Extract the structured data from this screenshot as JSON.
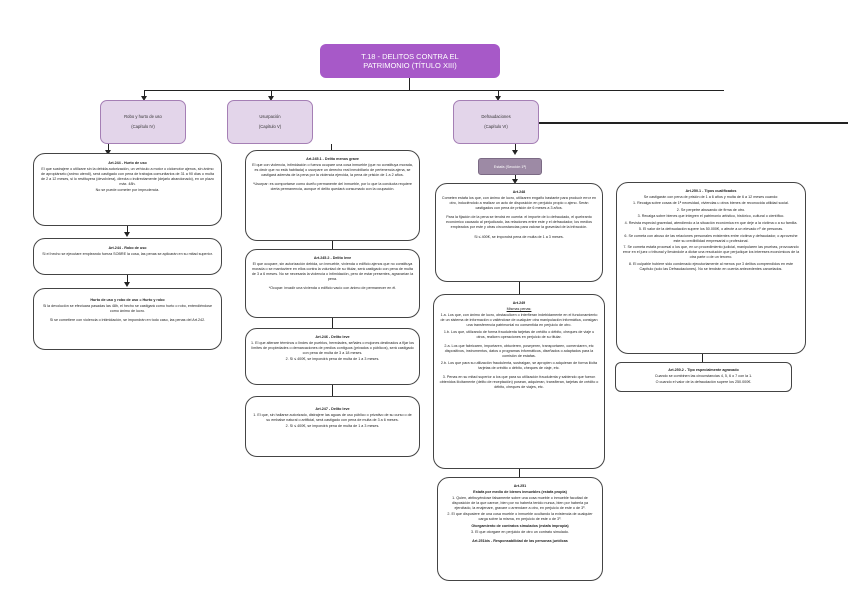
{
  "root": {
    "line1": "T.18 - DELITOS CONTRA EL",
    "line2": "PATRIMONIO (TÍTULO XIII)"
  },
  "categories": [
    {
      "name": "Robo y hurto de uso",
      "chapter": "(Capítulo IV)"
    },
    {
      "name": "Usurpación",
      "chapter": "(Capítulo V)"
    },
    {
      "name": "Defraudaciones",
      "chapter": "(Capítulo VI)"
    }
  ],
  "section": {
    "label": "Estafa (Sección 1ª)"
  },
  "cards": {
    "art244": {
      "title": "Art.244 - Hurto de uso",
      "text": "El que sustrajere o utilizare sin la debida autorización, un vehículo a motor o ciclomotor ajenos, sin ánimo de apropiárselo (animo utendi), será castigado con pena de trabajos comunitarios de 31 a 90 días o multa de 2 a 12 meses, si lo restituyera (devolviera), directa o indirectamente (dejarlo abandonado), en un plazo máx. 48h.",
      "note": "No se puede cometer por imprudencia."
    },
    "art244robo": {
      "title": "Art.244 - Robo de uso",
      "text": "Si el hecho se ejecutare empleando fuerza SOBRE la cosa, las penas se aplicarán en su mitad superior."
    },
    "hurtoRobo": {
      "title": "Hurto de uso y robo de uso = Hurto y robo",
      "text": "Si la devolución se efectuara pasadas las 48h, el hecho se castigará como hurto o robo, entendiéndose como ánimo de lucro.",
      "text2": "Si se cometiere con violencia o intimidación, se impondrán en todo caso, las penas del Art.242."
    },
    "art2451": {
      "title": "Art.245.1 - Delito menos grave",
      "text": "El que con violencia, intimidación o fuerza ocupare una cosa inmueble (que no constituya morada, es decir que no está habitada) o usurpare un derecho real inmobiliario de pertenencia ajena, se castigará además de la pena por la violencia ejercida, la pena de prisión de 1 a 2 años.",
      "text2": "*Usurpar: es comportarse como dueño permanente del inmueble, por lo que la conducta requiere cierta permanencia, aunque el delito quedará consumado con la ocupación."
    },
    "art2452": {
      "title": "Art.245.2 - Delito leve",
      "text": "El que ocupare, sin autorización debida, un inmueble, vivienda o edificio ajenos que no constituya morada o se mantuviere en ellos contra la voluntad de su titular, será castigado con pena de multa de 3 a 6 meses. No se necesaria la violencia o intimidación, pero de estar presentes, agravarían la pena.",
      "text2": "*Ocupar: invadir una vivienda o edificio vacío con ánimo de permanecer en él."
    },
    "art246": {
      "title": "Art.246 - Delito leve",
      "text": "1. El que alterare términos o lindes de pueblos, heredades, señales o mojones destinados a fijar los límites de propiedades o demarcaciones de predios contiguos (privados o públicos), será castigado con pena de multa de 3 a 18 meses.",
      "text2": "2. Si ≤ 400€, se impondrá pena de multa de 1 a 3 meses."
    },
    "art247": {
      "title": "Art.247 - Delito leve",
      "text": "1. El que, sin hallarse autorizado, distrajere las aguas de uso público o privativo de su curso o de su embalse natural o artificial, será castigado con pena de multa de 3 a 6 meses.",
      "text2": "2. Si ≤ 400€, se impondrá pena de multa de 1 a 3 meses."
    },
    "art248": {
      "title": "Art.248",
      "text": "Cometen estafa los que, con ánimo de lucro, utilizaren engaño bastante para producir error en otro, induciéndolo a realizar un acto de disposición en perjuicio propio o ajeno. Serán castigados con pena de prisión de 6 meses a 3 años.",
      "text2": "Para la fijación de la pena se tendrá en cuenta: el importe de lo defraudado, el quebranto económico causado al perjudicado, las relaciones entre este y el defraudador, los medios empleados por este y otras circunstancias para valorar la gravedad de la infracción.",
      "text3": "Si ≤ 400€, se impondrá pena de multa de 1 a 3 meses."
    },
    "art249": {
      "title": "Art.249",
      "subtitle": "Mismas penas:",
      "p1": "1.a. Los que, con ánimo de lucro, obstaculicen o interfieran indebidamente en el funcionamiento de un sistema de información o valiéndose de cualquier otra manipulación informática, consigan una transferencia patrimonial no consentida en perjuicio de otro.",
      "p2": "1.b. Los que, utilizando de forma fraudulenta tarjetas de crédito o débito, cheques de viaje u otros, realicen operaciones en perjuicio de su titular.",
      "p3": "2.a. Los que fabricaren, importaren, obtuvieren, poseyeren, transportaren, comerciaren, etc dispositivos, instrumentos, datos o programas informáticos, diseñados o adaptados para la comisión de estafas.",
      "p4": "2.b. Los que para su utilización fraudulenta, sustraigan, se apropien o adquieran de forma ilícita tarjetas de crédito o débito, cheques de viaje, etc.",
      "p5": "3. Penas en su mitad superior a los que para su utilización fraudulenta y sabiendo que fueron obtenidos ilícitamente (delito de receptación) posean, adquieran, transfieran, tarjetas de crédito o débito, cheques de viajes, etc."
    },
    "art251": {
      "title": "Art.251",
      "subtitle": "Estafa por medio de bienes inmuebles (estafa propia)",
      "p1": "1. Quien, atribuyéndose falsamente sobre una cosa mueble o inmueble facultad de disposición de la que carece, bien por no haberla tenido nunca, bien por haberla ya ejercitado, la enajenare, gravare o arrendare a otro, en perjuicio de este o de 3º.",
      "p2": "2. El que dispusiere de una cosa mueble o inmueble ocultando la existencia de cualquier carga sobre la misma, en perjuicio de este o de 3º.",
      "subtitle2": "Otorgamiento de contratos simulados (estafa impropia)",
      "p3": "3. El que otorgare en perjuicio de otro un contrato simulado.",
      "footer": "Art.251bis - Responsabilidad de las personas jurídicas"
    },
    "art2501": {
      "title": "Art.250.1 - Tipos cualificados",
      "intro": "Se castigarán con pena de prisión de 1 a 6 años y multa de 6 a 12 meses cuando:",
      "items": [
        "1. Recaiga sobre cosas de 1ª necesidad, viviendas u otros bienes de reconocida utilidad social.",
        "2. Se perpetre abusando de firma de otro.",
        "3. Recaiga sobre bienes que integren el patrimonio artístico, histórico, cultural o científico.",
        "4. Revista especial gravedad, atendiendo a la situación económica en que deje a la víctima o a su familia.",
        "5. El valor de la defraudación supere los 50.000€, o afecte a un elevado nº de personas.",
        "6. Se cometa con abuso de las relaciones personales existentes entre víctima y defraudador, o aproveche este su credibilidad empresarial o profesional.",
        "7. Se cometa estafa procesal o los que, en un procedimiento judicial, manipularen las pruebas, provocando error en el juez o tribunal y llevándole a dictar una resolución que perjudique los intereses económicos de la otra parte o de un tercero.",
        "8. El culpable hubiere sido condenado ejecutoriamente al menos por 3 delitos comprendidos en este Capítulo (solo las Defraudaciones). No se tendrán en cuenta antecedentes cancelados."
      ]
    },
    "art2502": {
      "title": "Art.250.2 - Tipo especialmente agravado",
      "text": "Cuando se combinen las circunstancias 4, 5, 6 o 7 con la 1.",
      "text2": "O cuando el valor de la defraudación supere los 250.000€."
    }
  },
  "colors": {
    "root": "#a759c8",
    "category": "#e3d5ea",
    "section": "#9d8aa5"
  }
}
